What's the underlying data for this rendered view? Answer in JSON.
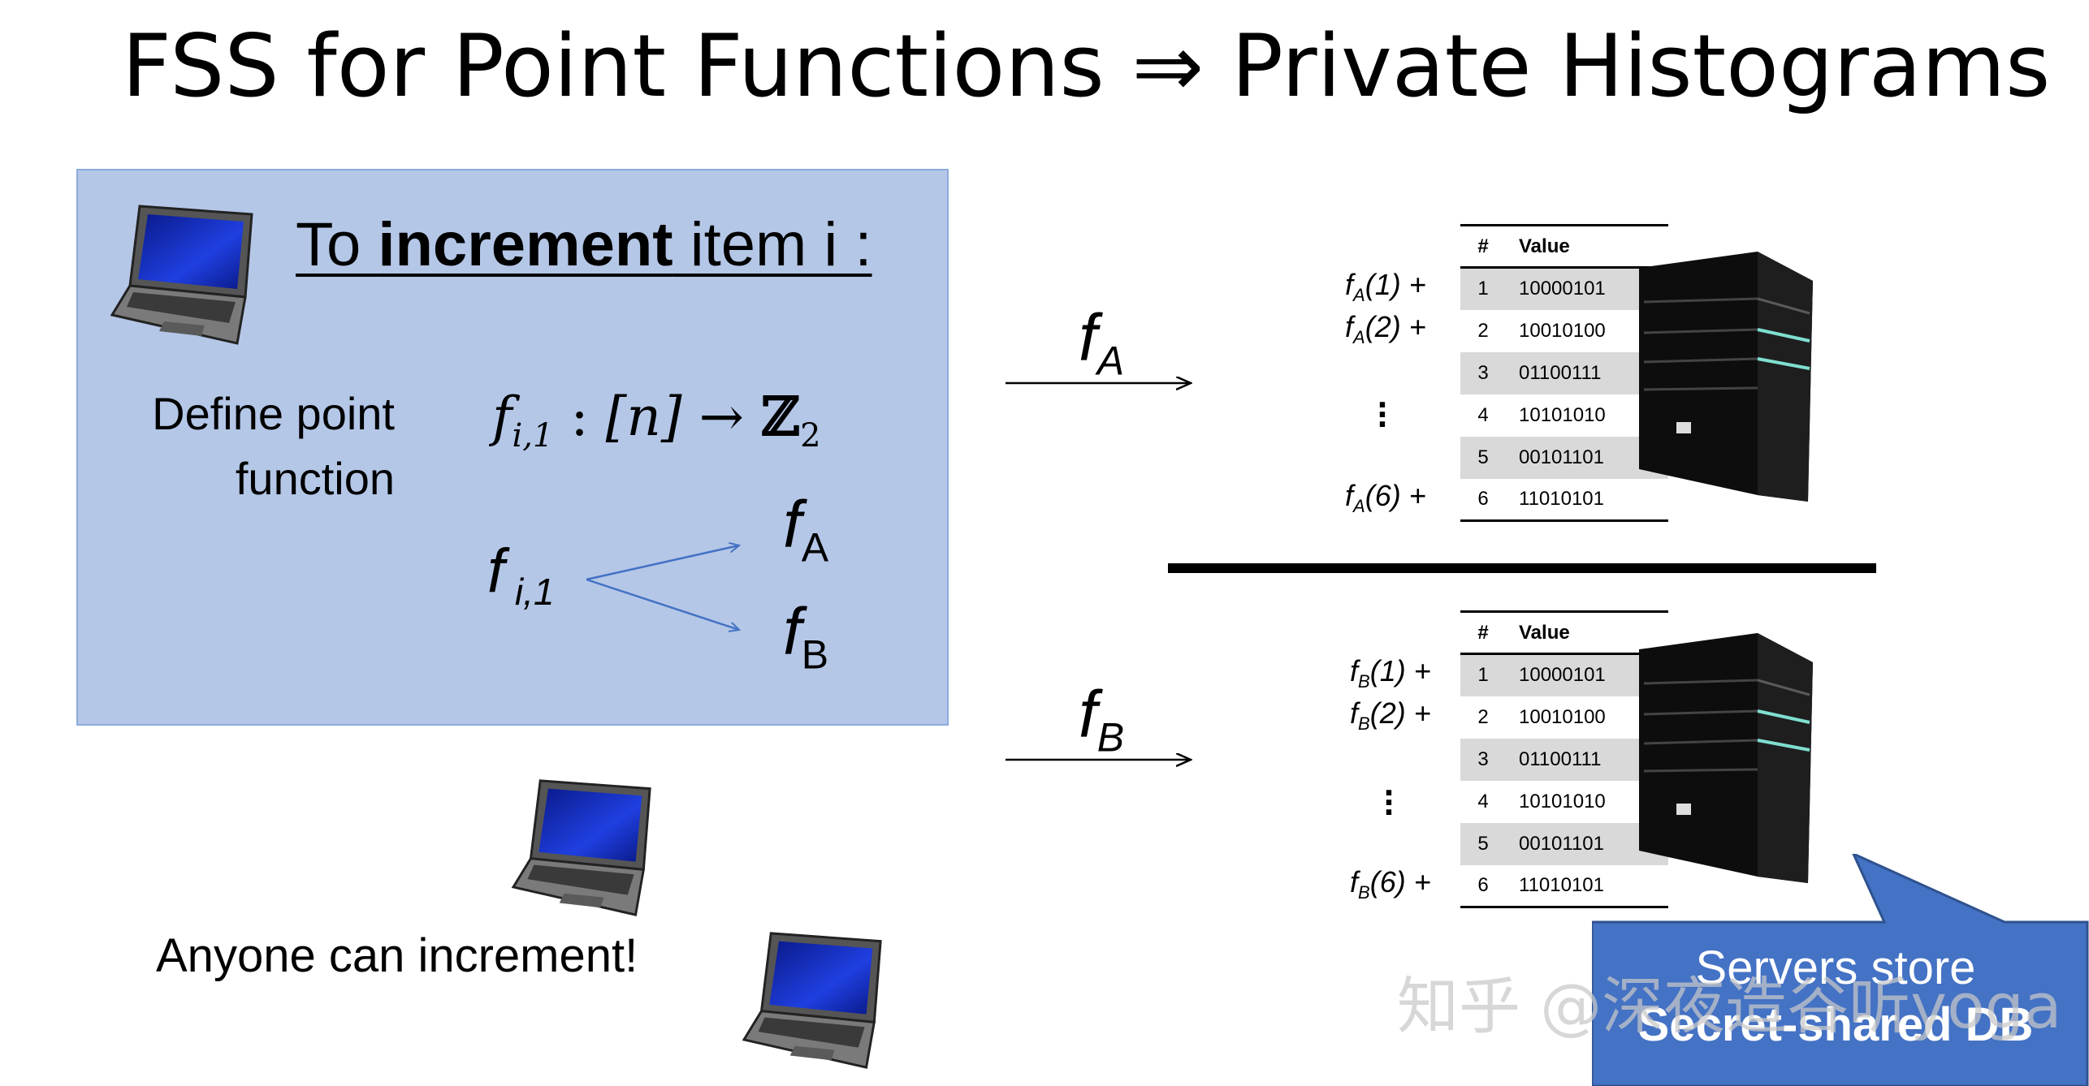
{
  "slide": {
    "title": "FSS for Point Functions ⇒ Private Histograms",
    "panel": {
      "heading_pre": "To ",
      "heading_bold": "increment",
      "heading_post": " item i :",
      "define_line1": "Define point",
      "define_line2": "function",
      "func_name": "f",
      "func_sub": "i,1",
      "func_colon": " : ",
      "func_domain": "[n]",
      "func_arrow": " → ",
      "func_codomain": "ℤ",
      "func_codomain_sub": "2",
      "split_f": "f",
      "split_sub": " i,1",
      "share_a": "f",
      "share_a_sub": "A",
      "share_b": "f",
      "share_b_sub": "B"
    },
    "anyone_text": "Anyone can increment!",
    "send_a": {
      "f": "f",
      "sub": "A"
    },
    "send_b": {
      "f": "f",
      "sub": "B"
    },
    "server_a": {
      "header_idx": "#",
      "header_value": "Value",
      "rows": [
        {
          "idx": "1",
          "value": "10000101",
          "label_f": "f",
          "label_sub": "A",
          "label_arg": "(1) +"
        },
        {
          "idx": "2",
          "value": "10010100",
          "label_f": "f",
          "label_sub": "A",
          "label_arg": "(2) +"
        },
        {
          "idx": "3",
          "value": "01100111"
        },
        {
          "idx": "4",
          "value": "10101010"
        },
        {
          "idx": "5",
          "value": "00101101"
        },
        {
          "idx": "6",
          "value": "11010101",
          "label_f": "f",
          "label_sub": "A",
          "label_arg": "(6) +"
        }
      ]
    },
    "server_b": {
      "header_idx": "#",
      "header_value": "Value",
      "rows": [
        {
          "idx": "1",
          "value": "10000101",
          "label_f": "f",
          "label_sub": "B",
          "label_arg": "(1) +"
        },
        {
          "idx": "2",
          "value": "10010100",
          "label_f": "f",
          "label_sub": "B",
          "label_arg": "(2) +"
        },
        {
          "idx": "3",
          "value": "01100111"
        },
        {
          "idx": "4",
          "value": "10101010"
        },
        {
          "idx": "5",
          "value": "00101101"
        },
        {
          "idx": "6",
          "value": "11010101",
          "label_f": "f",
          "label_sub": "B",
          "label_arg": "(6) +"
        }
      ]
    },
    "callout": {
      "line1": "Servers store",
      "line2": "Secret-shared DB"
    },
    "watermark": "知乎 @深夜造谷听yoga",
    "colors": {
      "panel_bg": "#b4c7e7",
      "callout_bg": "#4472c4",
      "arrow_blue": "#4472c4"
    }
  }
}
